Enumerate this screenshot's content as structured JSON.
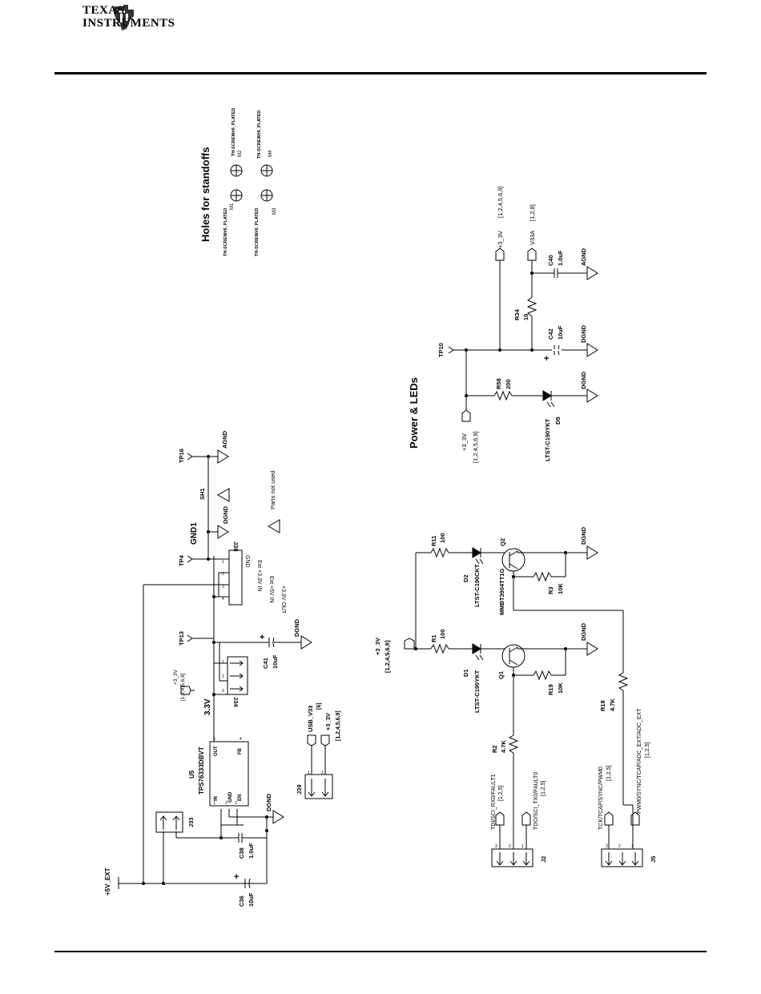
{
  "brand": {
    "line1": "TEXAS",
    "line2": "INSTRUMENTS"
  },
  "sections": {
    "standoffs": "Holes for standoffs",
    "power_leds": "Power & LEDs"
  },
  "holes": {
    "m1": {
      "ref": "M1",
      "part": "TH-SCREW#6_PLATED"
    },
    "m2": {
      "ref": "M2",
      "part": "TH-SCREW#6_PLATED"
    },
    "m3": {
      "ref": "M3",
      "part": "TH-SCREW#6_PLATED"
    },
    "m4": {
      "ref": "M4",
      "part": "TH-SCREW#6_PLATED"
    }
  },
  "regulator": {
    "ref": "U5",
    "part": "TPS76333DBVT",
    "pins": {
      "in": "IN",
      "gnd": "GND",
      "en": "EN",
      "out": "OUT",
      "fb": "FB",
      "n1": "1",
      "n2": "2",
      "n3": "3",
      "n4": "4",
      "n5": "5"
    }
  },
  "power_left": {
    "ext": "+5V_EXT",
    "c36": {
      "ref": "C36",
      "val": "10uF"
    },
    "c38": {
      "ref": "C38",
      "val": "1.0uF"
    },
    "j33": "J33",
    "dgnd_u5": "DGND",
    "label_33": "3.3V",
    "j34": "J34",
    "j34_pins": [
      "1",
      "2",
      "3"
    ],
    "net_33": "+3_3V",
    "net_33_pages": "[1,2,4,5,6,9]",
    "c41": {
      "ref": "C41",
      "val": "10uF"
    },
    "dgnd_c41": "DGND",
    "tp13": "TP13",
    "tp4": "TP4",
    "gnd1": "GND1",
    "j38": "J38",
    "j38_pins": [
      "GND",
      "Ext +3.3V IN",
      "Ext +5V IN",
      "+3.3V OUT"
    ],
    "j38_nums": [
      "1",
      "2",
      "3",
      "4"
    ],
    "dgnd_j38": "DGND",
    "sh1": "SH1",
    "tp16": "TP16",
    "agnd": "AGND",
    "parts_not_used": "Parts not used"
  },
  "j39": {
    "ref": "J39",
    "net_usb": "USB_V33",
    "net_usb_pages": "[6]",
    "net_33": "+3_3V",
    "net_33_pages": "[1,2,4,5,6,9]",
    "pins": [
      "1",
      "2"
    ]
  },
  "leds": {
    "net_33": "+3_3V",
    "net_33_pages": "[1,2,4,5,6,9]",
    "r11": {
      "ref": "R11",
      "val": "100"
    },
    "r1": {
      "ref": "R1",
      "val": "100"
    },
    "d2": {
      "ref": "D2",
      "part": "LTST-C190CKT"
    },
    "d1": {
      "ref": "D1",
      "part": "LTST-C190YKT"
    },
    "q2": "Q2",
    "q1": "Q1",
    "q_part": "MMBT3904TT1G",
    "r3": {
      "ref": "R3",
      "val": "10K"
    },
    "r19": {
      "ref": "R19",
      "val": "10K"
    },
    "r2": {
      "ref": "R2",
      "val": "4.7K"
    },
    "r18": {
      "ref": "R18",
      "val": "4.7K"
    },
    "dgnd_q2": "DGND",
    "dgnd_q1": "DGND"
  },
  "j2": {
    "ref": "J2",
    "pins": [
      "3",
      "2",
      "1"
    ],
    "net_a": "TDI/SCI_RX0/FAULT1",
    "net_a_pages": "[1,2,5]",
    "net_b": "TDO/SCI_TX0/FAULT0",
    "net_b_pages": "[1,2,5]"
  },
  "j5": {
    "ref": "J5",
    "pins": [
      "3",
      "2",
      "1"
    ],
    "net_a": "TCK/TCAP/SYNC/PWM0",
    "net_a_pages": "[1,2,5]",
    "net_b": "PWM0/SYNC/TCAP/ADC_EXT/ADC_EXT",
    "net_b_pages": "[1,2,5]"
  },
  "power_right": {
    "tp10": "TP10",
    "net_33_top": "+3_3V",
    "net_33_top_pages": "[1,2,4,5,6,9]",
    "v33a": "V33A",
    "v33a_pages": "[1,2,8]",
    "c40": {
      "ref": "C40",
      "val": "1.0uF"
    },
    "agnd": "AGND",
    "r34": {
      "ref": "R34",
      "val": "10"
    },
    "c42": {
      "ref": "C42",
      "val": "10uF"
    },
    "dgnd_c42": "DGND",
    "r58": {
      "ref": "R58",
      "val": "200"
    },
    "d5": {
      "ref": "D5",
      "part": "LTST-C190YKT"
    },
    "dgnd_d5": "DGND",
    "net_33_in": "+3_3V",
    "net_33_in_pages": "[1,2,4,5,6,9]"
  }
}
